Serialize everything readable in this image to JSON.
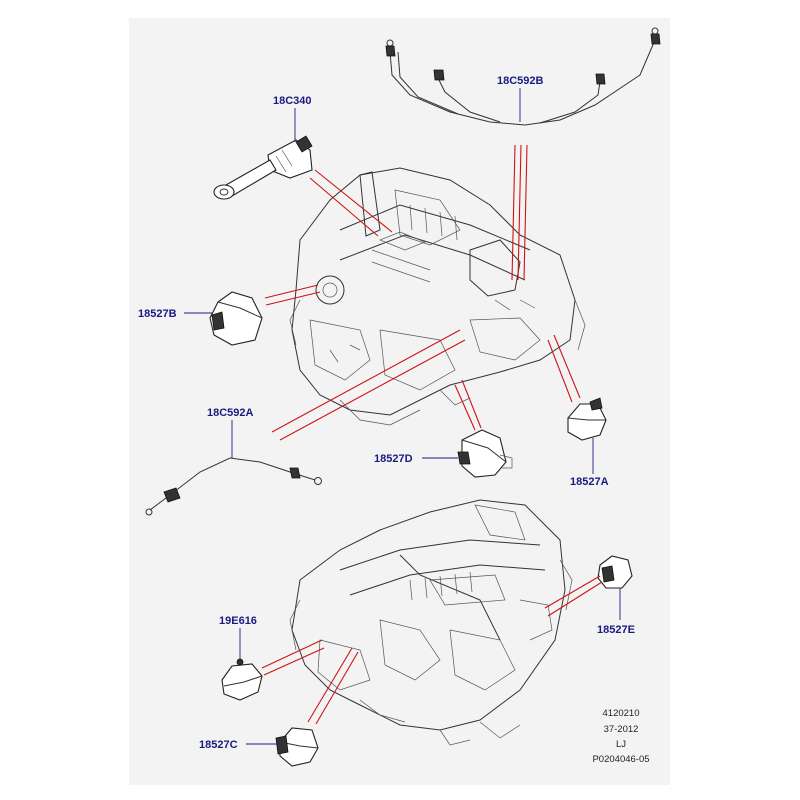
{
  "labels": {
    "cable_upper": "18C592B",
    "sensor_top": "18C340",
    "actuator_b": "18527B",
    "cable_lower": "18C592A",
    "actuator_d": "18527D",
    "actuator_a": "18527A",
    "sensor_19e": "19E616",
    "actuator_e": "18527E",
    "actuator_c": "18527C"
  },
  "reference": {
    "line1": "4120210",
    "line2": "37-2012",
    "line3": "LJ",
    "line4": "P0204046-05"
  },
  "colors": {
    "label": "#1a1a80",
    "leader": "#cc1414",
    "sheet": "#f3f3f3",
    "ink": "#333333"
  }
}
